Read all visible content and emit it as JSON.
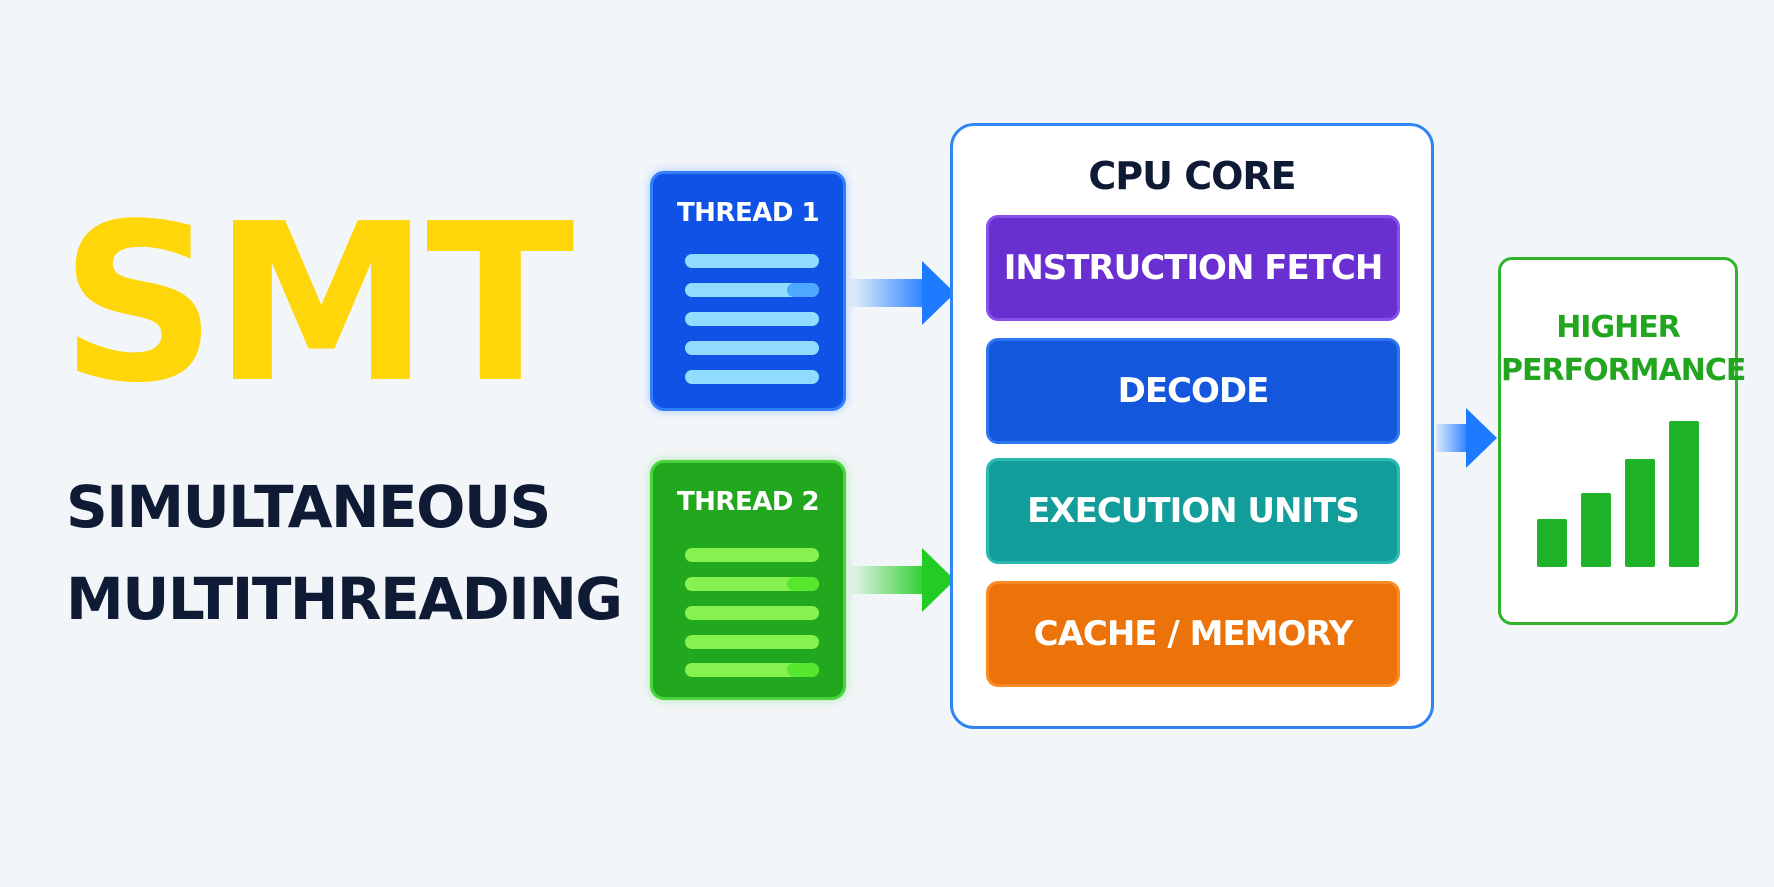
{
  "title": {
    "acronym": "SMT",
    "line1": "SIMULTANEOUS",
    "line2": "MULTITHREADING"
  },
  "threads": [
    {
      "label": "THREAD 1",
      "color": "#1152e6",
      "bar_color": "#8fdcff"
    },
    {
      "label": "THREAD 2",
      "color": "#22a81f",
      "bar_color": "#86f24f"
    }
  ],
  "core": {
    "title": "CPU CORE",
    "stages": [
      {
        "label": "INSTRUCTION FETCH",
        "color": "#6a2fd0"
      },
      {
        "label": "DECODE",
        "color": "#1456dc"
      },
      {
        "label": "EXECUTION UNITS",
        "color": "#139d9a"
      },
      {
        "label": "CACHE / MEMORY",
        "color": "#ec720a"
      }
    ]
  },
  "output": {
    "line1": "HIGHER",
    "line2": "PERFORMANCE",
    "color": "#22a51f",
    "bar_icon": "rising-bar-chart-icon"
  },
  "colors": {
    "title_accent": "#ffd60a",
    "text_dark": "#0f1a35",
    "core_border": "#2f86f2"
  }
}
